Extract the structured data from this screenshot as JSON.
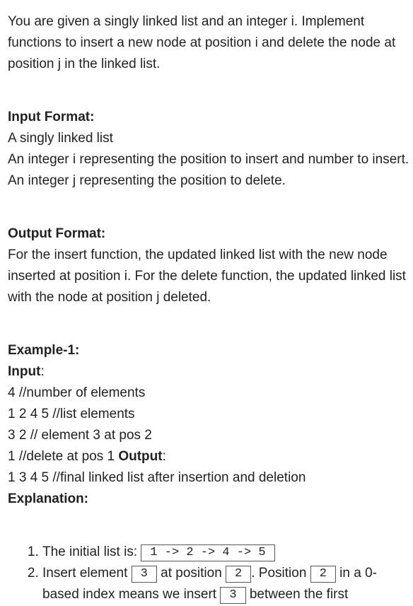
{
  "intro": "You are given a singly linked list and an integer i. Implement functions to insert a new node at position i and delete the node at position j in the linked list.",
  "input_format": {
    "heading": "Input Format:",
    "line1": "A singly linked list",
    "line2": "An integer i representing the position to insert and number to insert. An integer j representing the position to delete."
  },
  "output_format": {
    "heading": "Output Format:",
    "text": "For the insert function, the updated linked list with the new node inserted at position i. For the delete function, the updated linked list with the node at position j deleted."
  },
  "example": {
    "heading": "Example-1:",
    "input_label": "Input",
    "colon": ":",
    "lines": [
      "4 //number of elements",
      "1 2 4 5 //list elements",
      "3 2 // element 3 at pos 2"
    ],
    "line4_prefix": "1 //delete at pos 1 ",
    "output_label": "Output",
    "final_line": "1 3 4 5 //final linked list after insertion and deletion",
    "explanation_heading": "Explanation:"
  },
  "steps": {
    "s1_text": "The initial list is: ",
    "s1_code": "1 -> 2 -> 4 -> 5",
    "s2_text_a": "Insert element ",
    "s2_code_a": "3",
    "s2_text_b": " at position ",
    "s2_code_b": "2",
    "s2_text_c": ". Position ",
    "s2_code_c": "2",
    "s2_text_d": " in a 0-based index means we insert ",
    "s2_code_d": "3",
    "s2_text_e": " between the first"
  }
}
